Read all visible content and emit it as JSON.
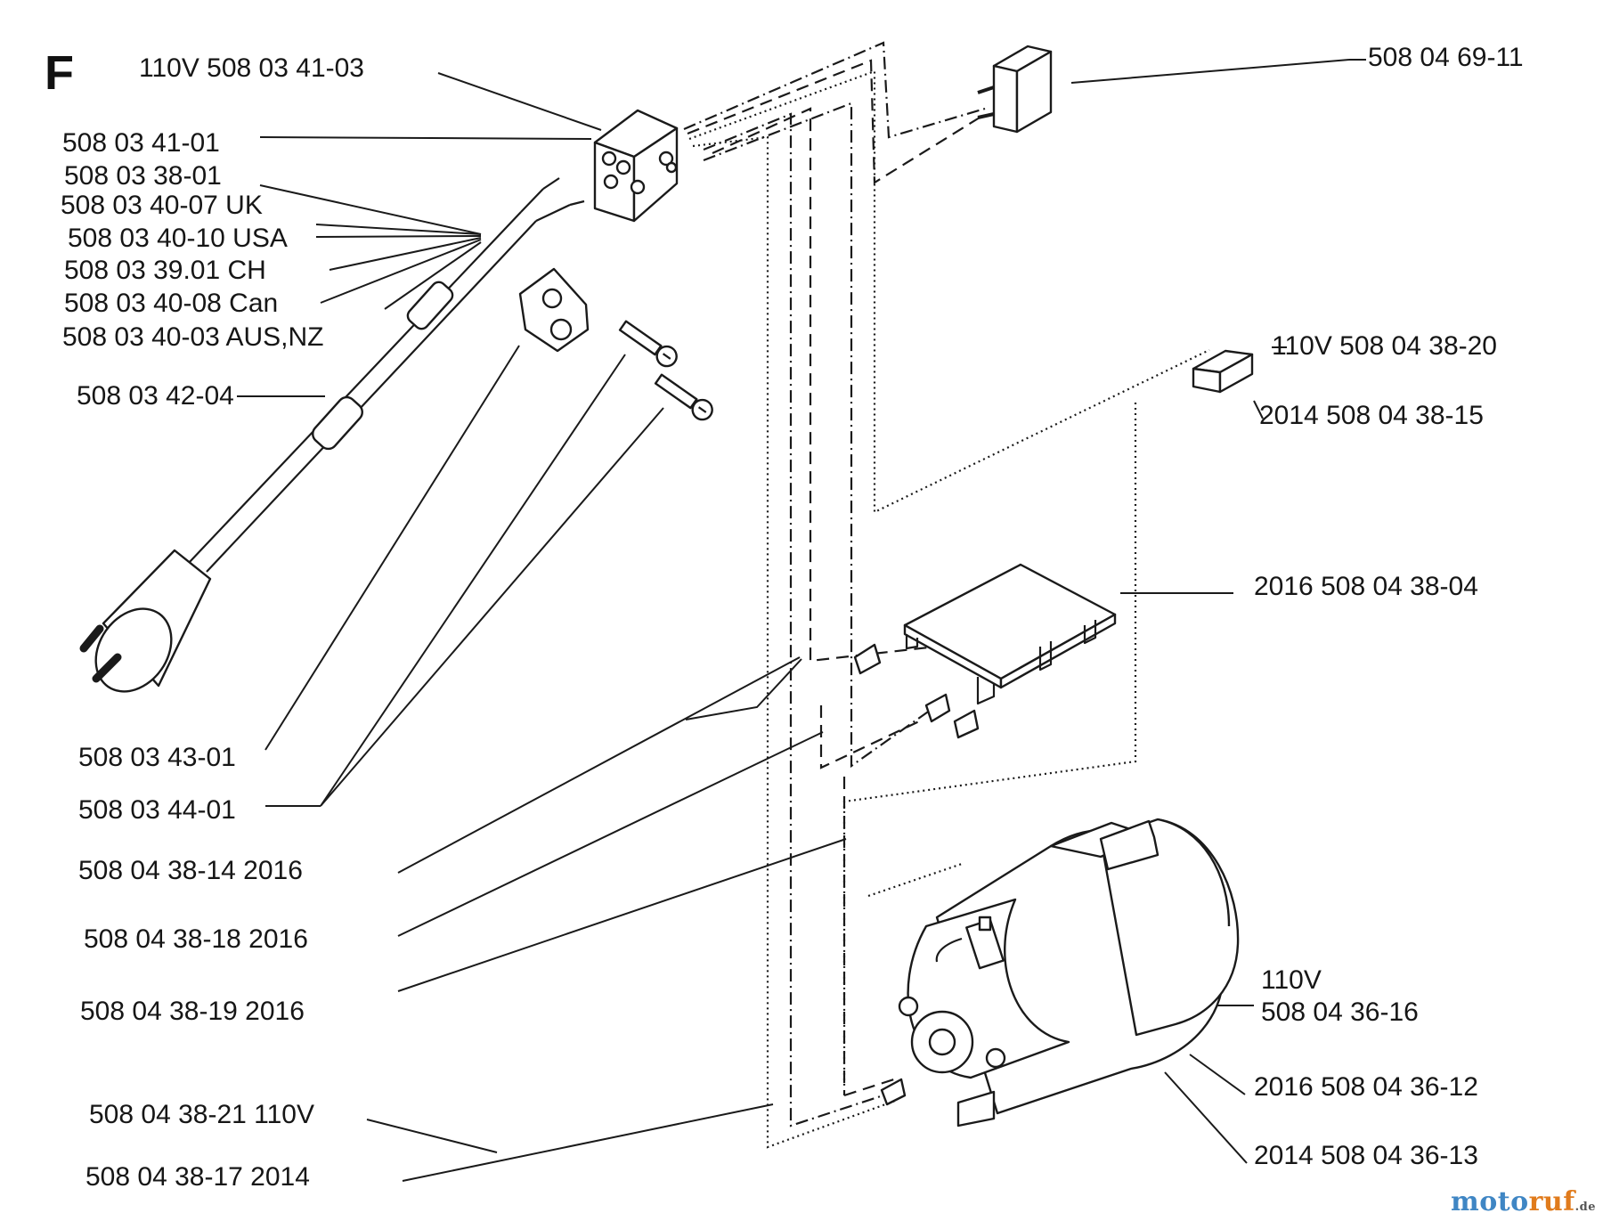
{
  "section": "F",
  "labels": {
    "l01": "110V  508 03 41-03",
    "l02": "508 03 41-01",
    "l03": "508 03 38-01",
    "l04": "508 03 40-07  UK",
    "l05": "508 03 40-10  USA",
    "l06": "508 03 39.01  CH",
    "l07": "508 03 40-08  Can",
    "l08": "508 03 40-03  AUS,NZ",
    "l09": "508 03 42-04",
    "l10": "508 03 43-01",
    "l11": "508 03 44-01",
    "l12": "508 04 38-14  2016",
    "l13": "508 04 38-18  2016",
    "l14": "508 04 38-19  2016",
    "l15": "508 04 38-21  110V",
    "l16": "508 04 38-17  2014",
    "r01": "508 04 69-11",
    "r02": "110V  508 04 38-20",
    "r03": "2014  508 04 38-15",
    "r04": "2016  508 04 38-04",
    "r05": "110V",
    "r06": "508 04 36-16",
    "r07": "2016  508 04 36-12",
    "r08": "2014  508 04 36-13"
  },
  "watermark": {
    "part1": "moto",
    "part2": "ruf",
    "suffix": ".de"
  }
}
